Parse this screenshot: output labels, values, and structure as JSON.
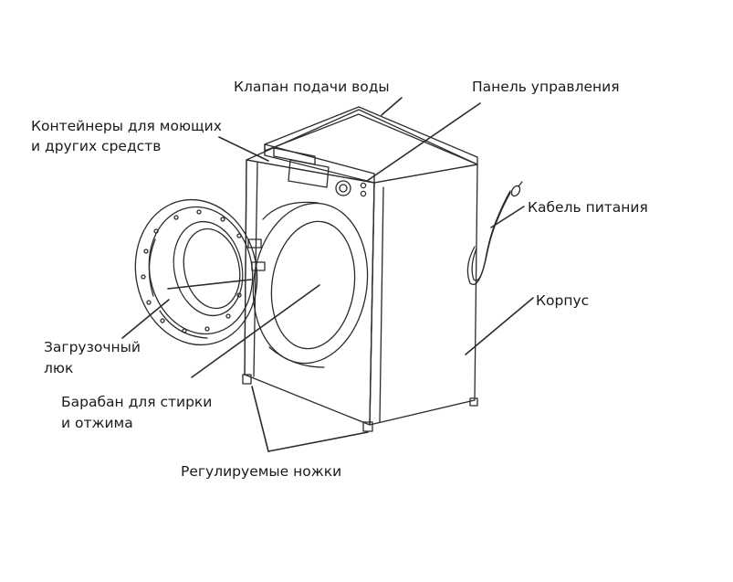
{
  "labels": {
    "water_valve": "Клапан подачи воды",
    "control_panel": "Панель управления",
    "detergent_line1": "Контейнеры для моющих",
    "detergent_line2": "и других средств",
    "power_cable": "Кабель питания",
    "body": "Корпус",
    "door_line1": "Загрузочный",
    "door_line2": "люк",
    "drum_line1": "Барабан для стирки",
    "drum_line2": "и отжима",
    "feet": "Регулируемые ножки"
  },
  "colors": {
    "line": "#2b2b2b",
    "text": "#1a1a1a",
    "background": "#ffffff"
  }
}
